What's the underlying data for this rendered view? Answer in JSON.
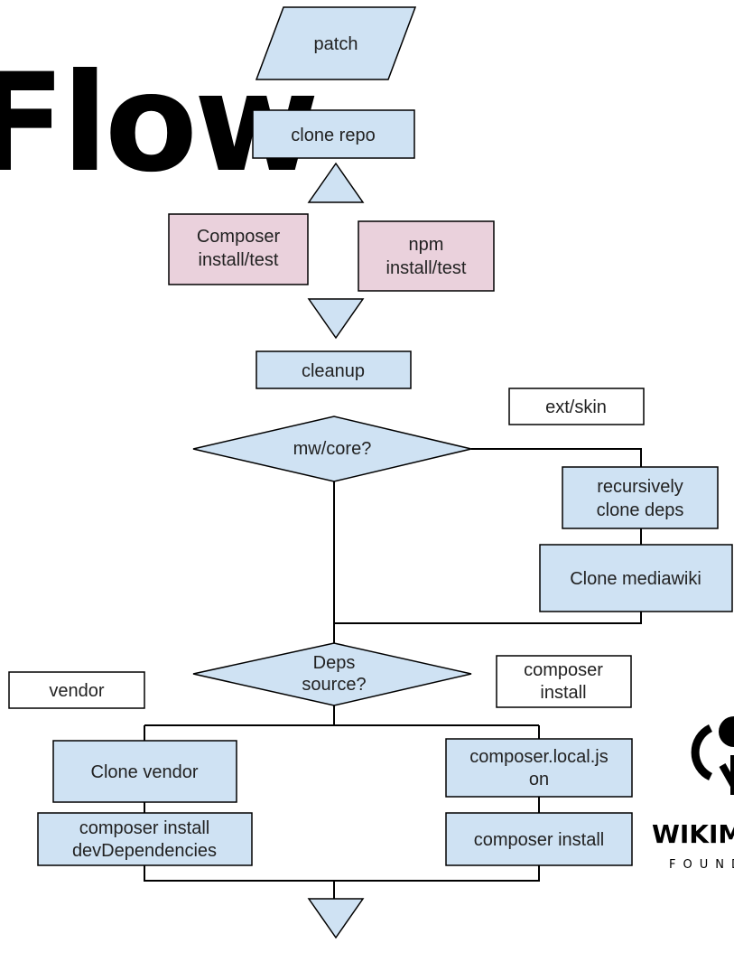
{
  "title": "Flow",
  "nodes": {
    "patch": "patch",
    "clone_repo": "clone repo",
    "composer_test": [
      "Composer",
      "install/test"
    ],
    "npm_test": [
      "npm",
      "install/test"
    ],
    "cleanup": "cleanup",
    "mw_core": "mw/core?",
    "ext_skin": "ext/skin",
    "recursively_clone": [
      "recursively",
      "clone deps"
    ],
    "clone_mediawiki": "Clone mediawiki",
    "deps_source": [
      "Deps",
      "source?"
    ],
    "vendor": "vendor",
    "composer_install_label": [
      "composer",
      "install"
    ],
    "clone_vendor": "Clone vendor",
    "composer_install_dev": [
      "composer install",
      "devDependencies"
    ],
    "composer_local_json": [
      "composer.local.js",
      "on"
    ],
    "composer_install": "composer install"
  },
  "logo": {
    "word": "WIKIM",
    "sub": "FOUND"
  },
  "colors": {
    "blue_fill": "#cfe2f3",
    "pink_fill": "#ead1dc",
    "stroke": "#000000"
  }
}
